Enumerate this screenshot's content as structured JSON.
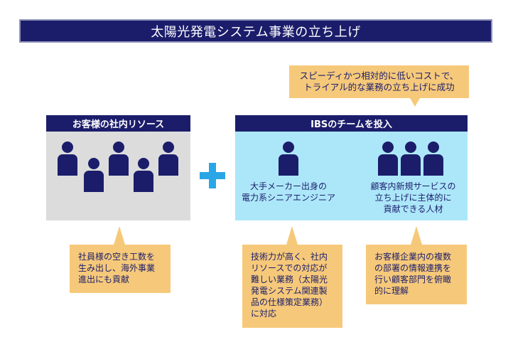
{
  "title": "太陽光発電システム事業の立ち上げ",
  "callout_top": {
    "line1": "スピーディかつ相対的に低いコストで、",
    "line2": "トライアル的な業務の立ち上げに成功"
  },
  "left_panel": {
    "header": "お客様の社内リソース",
    "callout_lines": [
      "社員様の空き工数を",
      "生み出し、海外事業",
      "進出にも貢献"
    ]
  },
  "right_panel": {
    "header": "IBSのチームを投入",
    "left_caption": [
      "大手メーカー出身の",
      "電力系シニアエンジニア"
    ],
    "right_caption": [
      "顧客内新規サービスの",
      "立ち上げに主体的に",
      "貢献できる人材"
    ],
    "mid_callout_lines": [
      "技術力が高く、社内",
      "リソースでの対応が",
      "難しい業務（太陽光",
      "発電システム関連製",
      "品の仕様策定業務）",
      "に対応"
    ],
    "right_callout_lines": [
      "お客様企業内の複数",
      "の部署の情報連携を",
      "行い顧客部門を俯瞰",
      "的に理解"
    ]
  },
  "colors": {
    "navy": "#1b1d6b",
    "callout": "#f6c97a",
    "left_panel_bg": "#dcdcdc",
    "right_panel_bg": "#ace7f9",
    "plus": "#2aa6e6"
  },
  "icons": [
    "person-icon",
    "plus-icon"
  ]
}
